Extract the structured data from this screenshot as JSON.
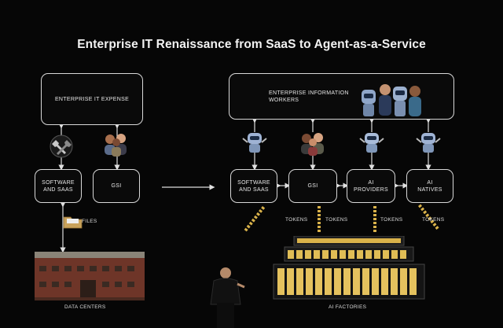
{
  "title": "Enterprise IT Renaissance from SaaS to Agent-as-a-Service",
  "left": {
    "expense_box": "ENTERPRISE IT EXPENSE",
    "software_box": "SOFTWARE\nAND SAAS",
    "gsi_box": "GSI",
    "files_label": "FILES",
    "datacenters_label": "DATA CENTERS"
  },
  "right": {
    "workers_box": "ENTERPRISE INFORMATION\nWORKERS",
    "software_box": "SOFTWARE\nAND SAAS",
    "gsi_box": "GSI",
    "ai_providers_box": "AI\nPROVIDERS",
    "ai_natives_box": "AI\nNATIVES",
    "tokens_labels": [
      "TOKENS",
      "TOKENS",
      "TOKENS",
      "TOKENS"
    ],
    "factories_label": "AI FACTORIES"
  },
  "icons": [
    "tools-icon",
    "people-icon",
    "robot-icon",
    "folder-icon",
    "building-icon",
    "server-rack-icon",
    "speaker-figure"
  ],
  "colors": {
    "background": "#060606",
    "line": "#d8d8d8",
    "gold": "#d9b24a",
    "brick": "#7a3b2e"
  }
}
